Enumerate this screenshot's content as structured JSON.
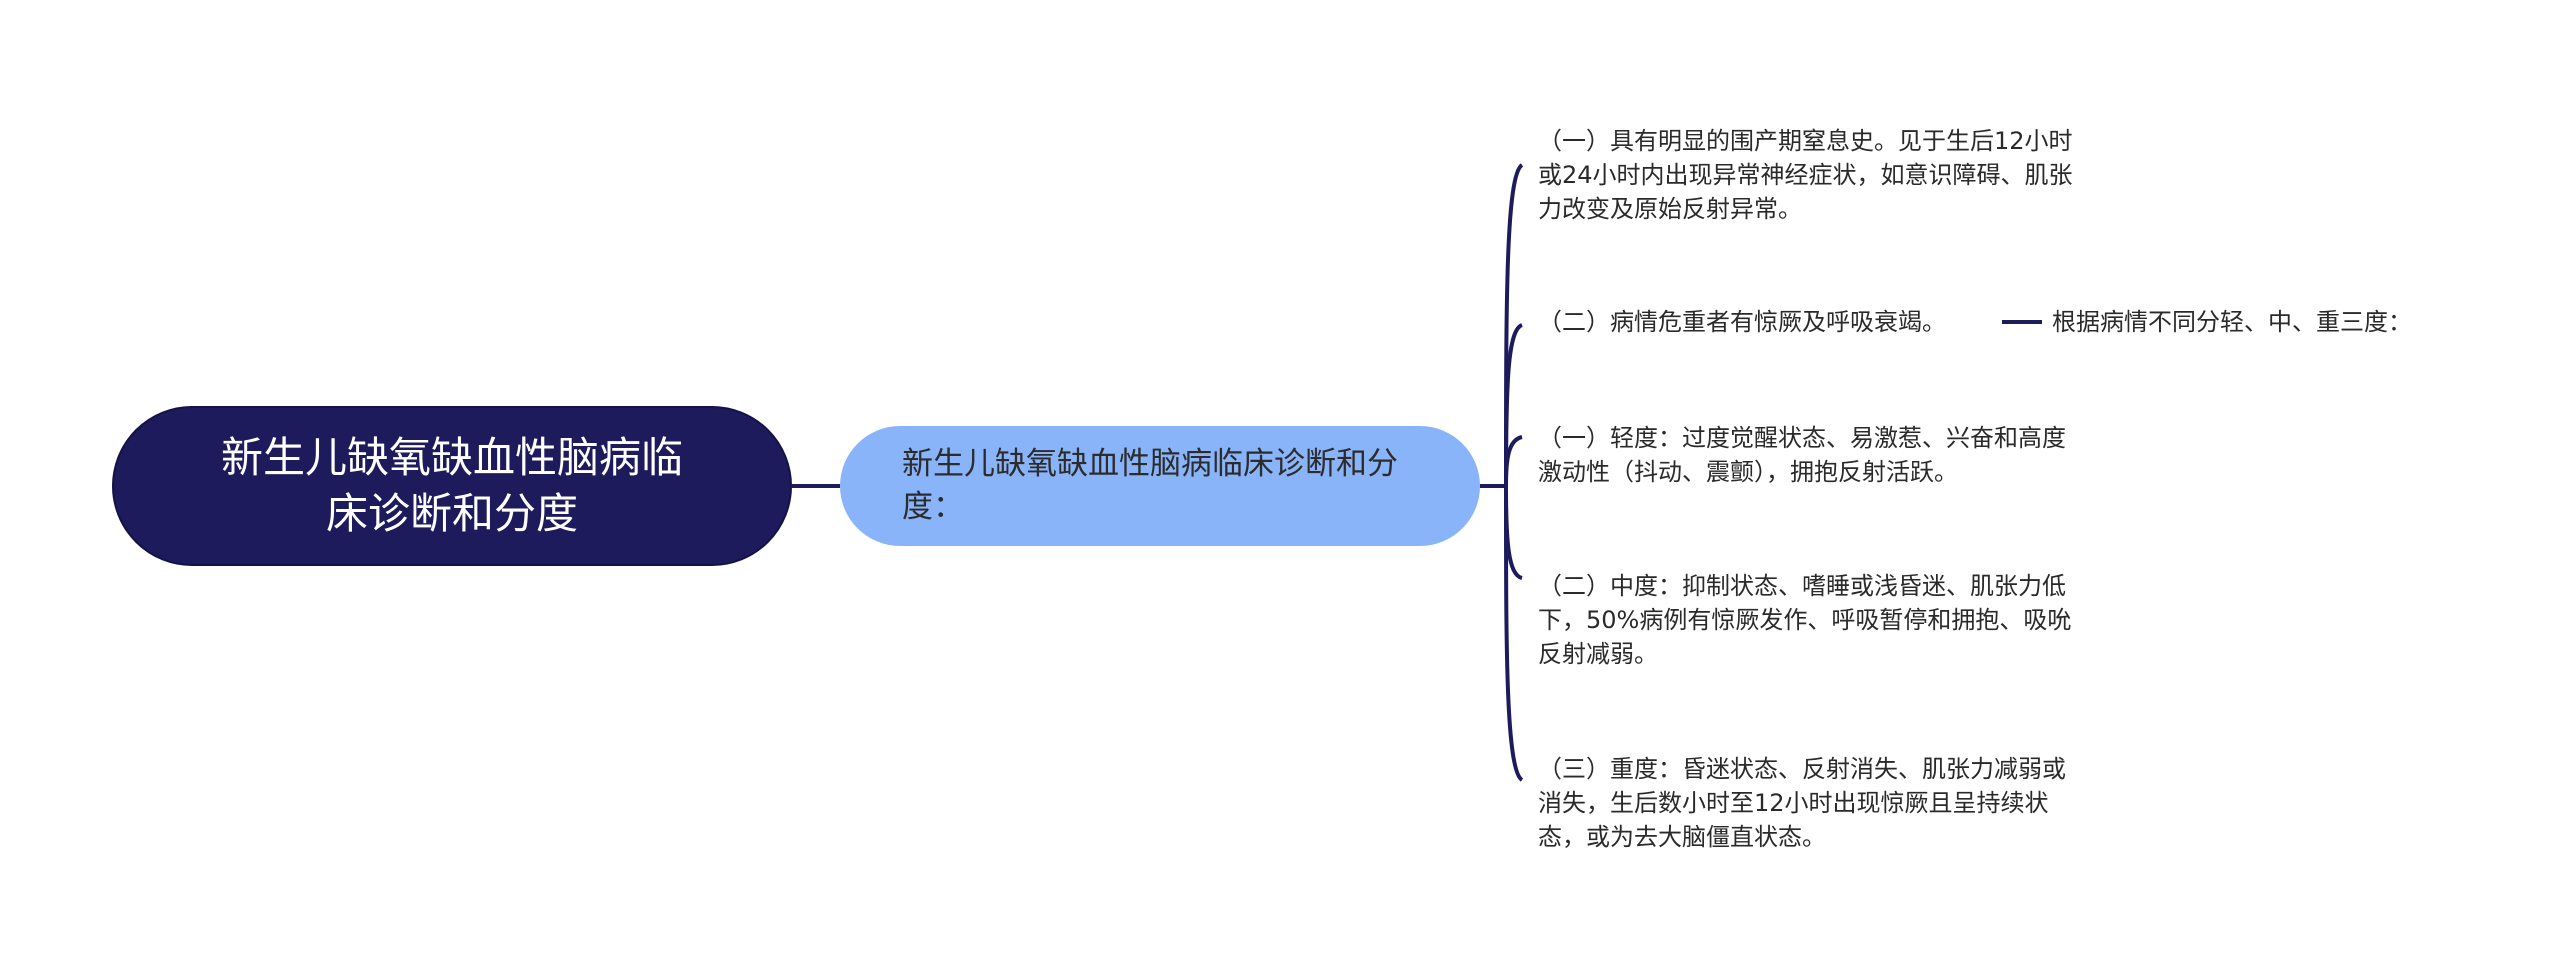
{
  "mindmap": {
    "root": {
      "label": "新生儿缺氧缺血性脑病临床诊断和分度"
    },
    "branch": {
      "label": "新生儿缺氧缺血性脑病临床诊断和分度："
    },
    "children": [
      {
        "label": "（一）具有明显的围产期窒息史。见于生后12小时或24小时内出现异常神经症状，如意识障碍、肌张力改变及原始反射异常。"
      },
      {
        "label": "（二）病情危重者有惊厥及呼吸衰竭。",
        "child": {
          "label": "根据病情不同分轻、中、重三度："
        }
      },
      {
        "label": "（一）轻度：过度觉醒状态、易激惹、兴奋和高度激动性（抖动、震颤），拥抱反射活跃。"
      },
      {
        "label": "（二）中度：抑制状态、嗜睡或浅昏迷、肌张力低下，50%病例有惊厥发作、呼吸暂停和拥抱、吸吮反射减弱。"
      },
      {
        "label": "（三）重度：昏迷状态、反射消失、肌张力减弱或消失，生后数小时至12小时出现惊厥且呈持续状态，或为去大脑僵直状态。"
      }
    ]
  },
  "colors": {
    "root_fill": "#1d1b5c",
    "branch_fill": "#8ab4fa",
    "connector": "#1d1b5c",
    "text": "#2a2a2a"
  }
}
